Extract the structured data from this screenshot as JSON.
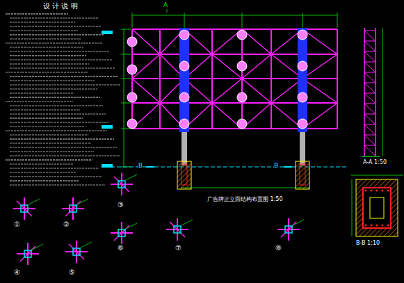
{
  "diagram": {
    "labels": [
      "设 计 说 明",
      "A",
      "广告牌正立面结构布置图 1:50",
      "A-A 1:50",
      "B-B 1:10",
      "B",
      "B",
      "①",
      "②",
      "③",
      "④",
      "⑤",
      "⑥",
      "⑦",
      "⑧"
    ]
  }
}
